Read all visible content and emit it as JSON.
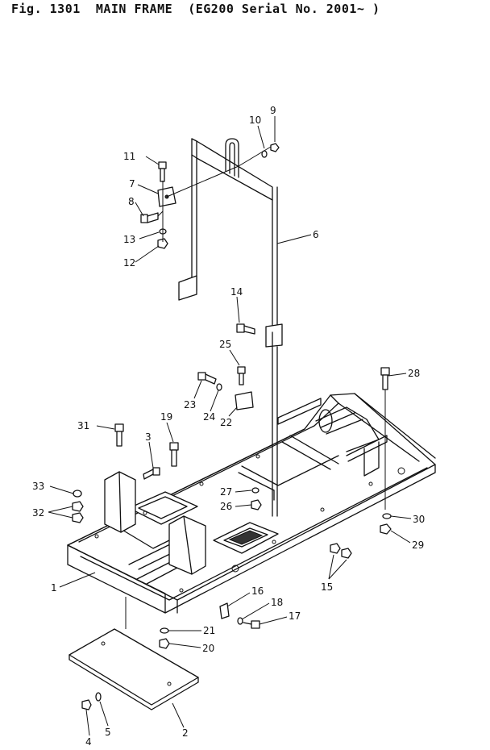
{
  "header": {
    "title": "Fig. 1301  MAIN FRAME  (EG200 Serial No. 2001~ )"
  },
  "callouts": [
    {
      "id": "1",
      "label": "1"
    },
    {
      "id": "2",
      "label": "2"
    },
    {
      "id": "3",
      "label": "3"
    },
    {
      "id": "4",
      "label": "4"
    },
    {
      "id": "5",
      "label": "5"
    },
    {
      "id": "6",
      "label": "6"
    },
    {
      "id": "7",
      "label": "7"
    },
    {
      "id": "8",
      "label": "8"
    },
    {
      "id": "9",
      "label": "9"
    },
    {
      "id": "10",
      "label": "10"
    },
    {
      "id": "11",
      "label": "11"
    },
    {
      "id": "12",
      "label": "12"
    },
    {
      "id": "13",
      "label": "13"
    },
    {
      "id": "14",
      "label": "14"
    },
    {
      "id": "15",
      "label": "15"
    },
    {
      "id": "16",
      "label": "16"
    },
    {
      "id": "17",
      "label": "17"
    },
    {
      "id": "18",
      "label": "18"
    },
    {
      "id": "19",
      "label": "19"
    },
    {
      "id": "20",
      "label": "20"
    },
    {
      "id": "21",
      "label": "21"
    },
    {
      "id": "22",
      "label": "22"
    },
    {
      "id": "23",
      "label": "23"
    },
    {
      "id": "24",
      "label": "24"
    },
    {
      "id": "25",
      "label": "25"
    },
    {
      "id": "26",
      "label": "26"
    },
    {
      "id": "27",
      "label": "27"
    },
    {
      "id": "28",
      "label": "28"
    },
    {
      "id": "29",
      "label": "29"
    },
    {
      "id": "30",
      "label": "30"
    },
    {
      "id": "31",
      "label": "31"
    },
    {
      "id": "32",
      "label": "32"
    },
    {
      "id": "33",
      "label": "33"
    }
  ]
}
